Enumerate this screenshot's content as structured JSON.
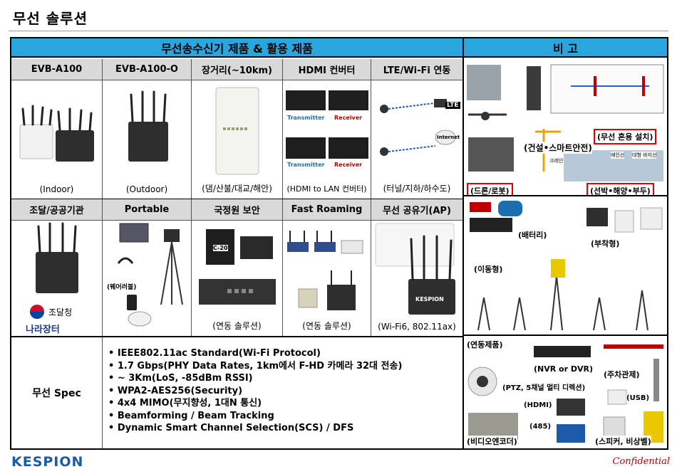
{
  "page": {
    "title": "무선 솔루션"
  },
  "table": {
    "header_products": "무선송수신기 제품 & 활용 제품",
    "header_remarks": "비 고",
    "row1": [
      {
        "label": "EVB-A100",
        "caption": "(Indoor)"
      },
      {
        "label": "EVB-A100-O",
        "caption": "(Outdoor)"
      },
      {
        "label": "장거리(~10km)",
        "caption": "(댐/산불/대교/해안)"
      },
      {
        "label": "HDMI 컨버터",
        "caption": "(HDMI to LAN 컨버터)",
        "sub_labels": [
          "Transmitter",
          "Receiver",
          "Transmitter",
          "Receiver"
        ]
      },
      {
        "label": "LTE/Wi-Fi 연동",
        "caption": "(터널/지하/하수도)",
        "sub_labels": [
          "LTE",
          "Internet"
        ]
      }
    ],
    "row2": [
      {
        "label": "조달/공공기관",
        "caption": "",
        "sub_labels": [
          "조달청",
          "나라장터"
        ]
      },
      {
        "label": "Portable",
        "caption": "",
        "sub_labels": [
          "(웨어러블)"
        ]
      },
      {
        "label": "국정원 보안",
        "caption": "(연동 솔루션)",
        "sub_labels": [
          "C-20"
        ]
      },
      {
        "label": "Fast Roaming",
        "caption": "(연동 솔루션)"
      },
      {
        "label": "무선 공유기(AP)",
        "caption": "(Wi-Fi6, 802.11ax)",
        "sub_labels": [
          "KESPION"
        ]
      }
    ],
    "spec_label": "무선 Spec",
    "specs": [
      "IEEE802.11ac Standard(Wi-Fi Protocol)",
      "1.7 Gbps(PHY Data Rates, 1km에서 F-HD 카메라 32대 전송)",
      "~ 3Km(LoS, -85dBm RSSI)",
      "WPA2-AES256(Security)",
      "4x4 MIMO(무지향성, 1대N 통신)",
      "Beamforming / Beam Tracking",
      "Dynamic Smart Channel Selection(SCS) / DFS"
    ]
  },
  "remarks": {
    "panel1": {
      "mixed_install": "(무선 혼용 설치)",
      "drone_robot": "(드론/로봇)",
      "construction": "(건설•스마트안전)",
      "ship": "(선박•해양•부두)",
      "crane": "크레인",
      "ship_tag1": "예인선",
      "ship_tag2": "대형 바지선"
    },
    "panel2": {
      "battery": "(배터리)",
      "mounted": "(부착형)",
      "mobile": "(이동형)"
    },
    "panel3": {
      "linked": "(연동제품)",
      "nvr": "(NVR or DVR)",
      "ptz": "(PTZ, 5채널 멀티 디렉션)",
      "parking": "(주차관제)",
      "hdmi": "(HDMI)",
      "usb": "(USB)",
      "rs485": "(485)",
      "encoder": "(비디오엔코더)",
      "speaker": "(스피커, 비상벨)"
    }
  },
  "footer": {
    "logo": "KESPION",
    "confidential": "Confidential"
  },
  "colors": {
    "header_blue": "#2aa6df",
    "label_gray": "#d9d9d9",
    "logo_blue": "#1a5aa8",
    "confidential_red": "#c00000",
    "highlight_red": "#e00000"
  }
}
